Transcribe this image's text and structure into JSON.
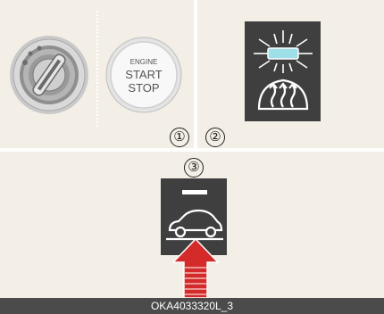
{
  "start_button": {
    "line1": "ENGINE",
    "line2": "START",
    "line3": "STOP"
  },
  "callouts": [
    "①",
    "②",
    "③"
  ],
  "caption": "OKA4033320L_3",
  "icons": {
    "ignition": "ignition-key-cylinder-icon",
    "start_stop": "engine-start-stop-button-icon",
    "indicator": "illuminated-indicator-light-icon",
    "rear_defrost": "rear-window-defroster-icon",
    "drive_mode": "vehicle-drive-mode-icon",
    "arrow": "upward-arrow-icon"
  },
  "colors": {
    "panel": "#f3efe6",
    "dark_box": "#3f3f3f",
    "indicator_light": "#9fe0e8",
    "arrow": "#d42a2a",
    "caption_bar": "#4b4b4b"
  }
}
